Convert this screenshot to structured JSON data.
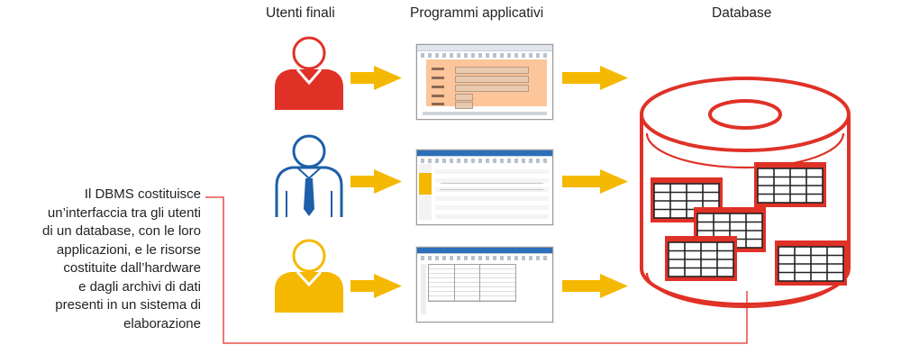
{
  "headers": {
    "users": "Utenti finali",
    "programs": "Programmi applicativi",
    "database": "Database"
  },
  "caption": [
    "Il DBMS costituisce",
    "un’interfaccia tra gli utenti",
    "di un database, con le loro",
    "applicazioni, e le risorse",
    "costituite dall’hardware",
    "e dagli archivi di dati",
    "presenti in un sistema di",
    "elaborazione"
  ],
  "colors": {
    "user_red": "#e03127",
    "user_blue": "#1d5fa8",
    "user_yellow": "#f5b800",
    "arrow": "#f5b800",
    "db_red": "#e03127",
    "form_fill": "#fdc59a"
  }
}
